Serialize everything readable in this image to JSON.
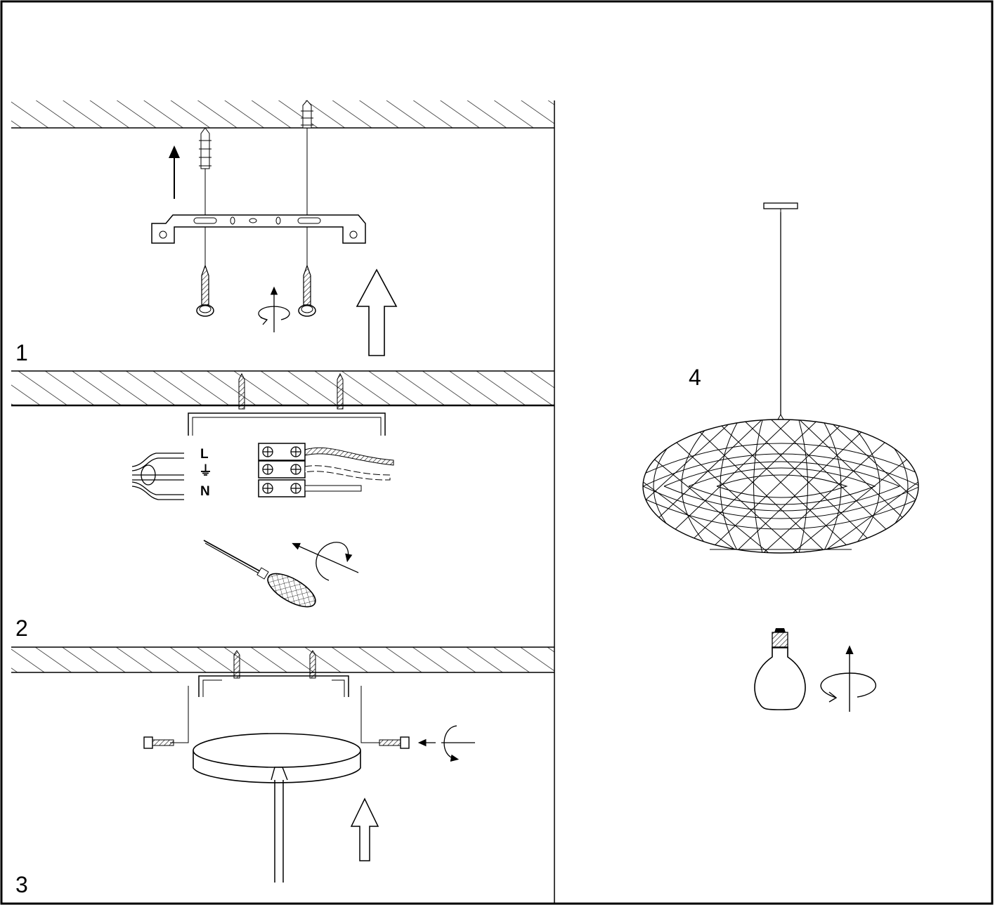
{
  "steps": [
    {
      "number": "1"
    },
    {
      "number": "2"
    },
    {
      "number": "3"
    },
    {
      "number": "4"
    }
  ],
  "terminals": {
    "live": "L",
    "earth": "⏚",
    "neutral": "N"
  }
}
